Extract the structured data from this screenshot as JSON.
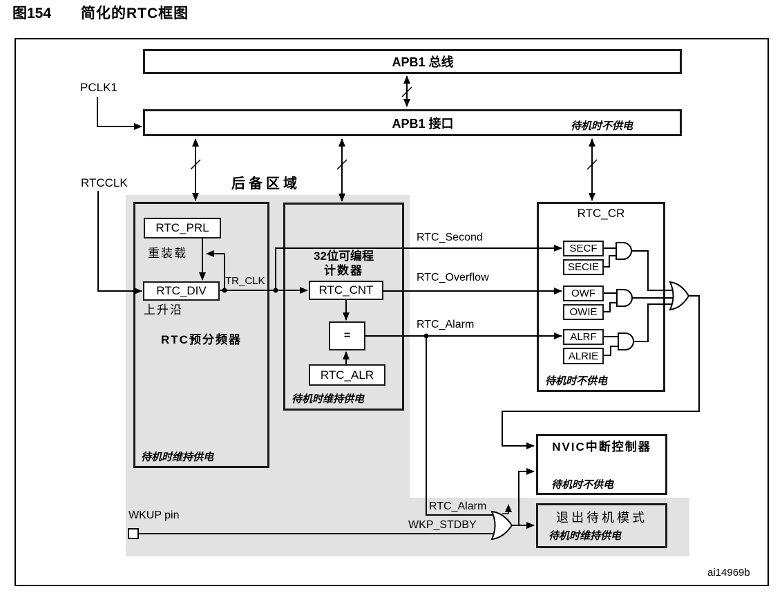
{
  "figure": {
    "number": "图154",
    "title": "简化的RTC框图",
    "reference_id": "ai14969b"
  },
  "top": {
    "apb1_bus": "APB1 总线",
    "apb1_interface": "APB1 接口",
    "interface_note": "待机时不供电",
    "pclk1": "PCLK1"
  },
  "backup": {
    "region_label": "后备区域",
    "rtcclk": "RTCCLK"
  },
  "prescaler": {
    "rtc_prl": "RTC_PRL",
    "reload": "重装载",
    "rtc_div": "RTC_DIV",
    "rising_edge": "上升沿",
    "title": "RTC预分频器",
    "note": "待机时维持供电",
    "tr_clk": "TR_CLK"
  },
  "counter": {
    "title_line1": "32位可编程",
    "title_line2": "计数器",
    "rtc_cnt": "RTC_CNT",
    "comparator": "=",
    "rtc_alr": "RTC_ALR",
    "note": "待机时维持供电"
  },
  "signals": {
    "second": "RTC_Second",
    "overflow": "RTC_Overflow",
    "alarm": "RTC_Alarm",
    "alarm_wakeup": "RTC_Alarm",
    "wkp_stdby": "WKP_STDBY",
    "wkup_pin": "WKUP pin"
  },
  "rtc_cr": {
    "title": "RTC_CR",
    "secf": "SECF",
    "secie": "SECIE",
    "owf": "OWF",
    "owie": "OWIE",
    "alrf": "ALRF",
    "alrie": "ALRIE",
    "note": "待机时不供电"
  },
  "nvic": {
    "title": "NVIC中断控制器",
    "note": "待机时不供电"
  },
  "exit_standby": {
    "title": "退出待机模式",
    "note": "待机时维持供电"
  },
  "colors": {
    "backup_fill": "#e2e2e2",
    "line": "#000000",
    "box_fill": "#ffffff"
  }
}
